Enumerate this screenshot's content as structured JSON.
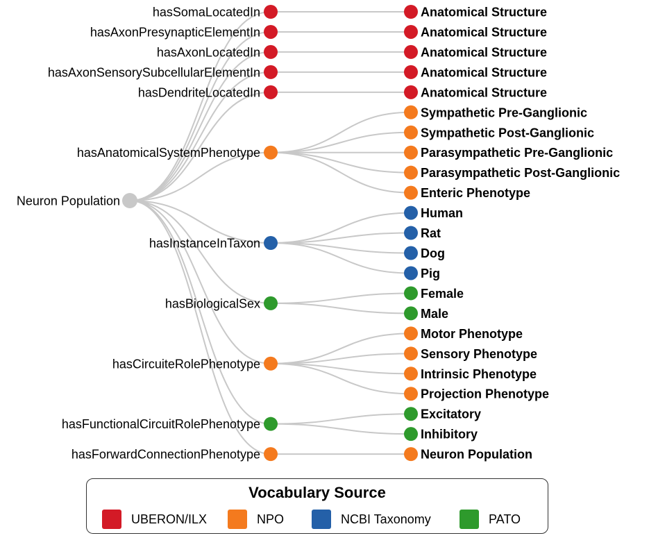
{
  "colors": {
    "UBERON": "#d31a26",
    "NPO": "#f47a1e",
    "NCBI": "#2460a8",
    "PATO": "#2e9a2c",
    "root": "#c8c8c8",
    "edge": "#c8c8c8"
  },
  "root": {
    "label": "Neuron Population"
  },
  "properties": [
    {
      "label": "hasSomaLocatedIn",
      "source": "UBERON",
      "values": [
        {
          "label": "Anatomical Structure",
          "source": "UBERON"
        }
      ]
    },
    {
      "label": "hasAxonPresynapticElementIn",
      "source": "UBERON",
      "values": [
        {
          "label": "Anatomical Structure",
          "source": "UBERON"
        }
      ]
    },
    {
      "label": "hasAxonLocatedIn",
      "source": "UBERON",
      "values": [
        {
          "label": "Anatomical Structure",
          "source": "UBERON"
        }
      ]
    },
    {
      "label": "hasAxonSensorySubcellularElementIn",
      "source": "UBERON",
      "values": [
        {
          "label": "Anatomical Structure",
          "source": "UBERON"
        }
      ]
    },
    {
      "label": "hasDendriteLocatedIn",
      "source": "UBERON",
      "values": [
        {
          "label": "Anatomical Structure",
          "source": "UBERON"
        }
      ]
    },
    {
      "label": "hasAnatomicalSystemPhenotype",
      "source": "NPO",
      "values": [
        {
          "label": "Sympathetic Pre-Ganglionic",
          "source": "NPO"
        },
        {
          "label": "Sympathetic Post-Ganglionic",
          "source": "NPO"
        },
        {
          "label": "Parasympathetic Pre-Ganglionic",
          "source": "NPO"
        },
        {
          "label": "Parasympathetic Post-Ganglionic",
          "source": "NPO"
        },
        {
          "label": "Enteric Phenotype",
          "source": "NPO"
        }
      ]
    },
    {
      "label": "hasInstanceInTaxon",
      "source": "NCBI",
      "values": [
        {
          "label": "Human",
          "source": "NCBI"
        },
        {
          "label": "Rat",
          "source": "NCBI"
        },
        {
          "label": "Dog",
          "source": "NCBI"
        },
        {
          "label": "Pig",
          "source": "NCBI"
        }
      ]
    },
    {
      "label": "hasBiologicalSex",
      "source": "PATO",
      "values": [
        {
          "label": "Female",
          "source": "PATO"
        },
        {
          "label": "Male",
          "source": "PATO"
        }
      ]
    },
    {
      "label": "hasCircuiteRolePhenotype",
      "source": "NPO",
      "values": [
        {
          "label": "Motor Phenotype",
          "source": "NPO"
        },
        {
          "label": "Sensory Phenotype",
          "source": "NPO"
        },
        {
          "label": "Intrinsic Phenotype",
          "source": "NPO"
        },
        {
          "label": "Projection Phenotype",
          "source": "NPO"
        }
      ]
    },
    {
      "label": "hasFunctionalCircuitRolePhenotype",
      "source": "PATO",
      "values": [
        {
          "label": "Excitatory",
          "source": "PATO"
        },
        {
          "label": "Inhibitory",
          "source": "PATO"
        }
      ]
    },
    {
      "label": "hasForwardConnectionPhenotype",
      "source": "NPO",
      "values": [
        {
          "label": "Neuron Population",
          "source": "NPO"
        }
      ]
    }
  ],
  "legend": {
    "title": "Vocabulary Source",
    "items": [
      {
        "key": "UBERON",
        "label": "UBERON/ILX"
      },
      {
        "key": "NPO",
        "label": "NPO"
      },
      {
        "key": "NCBI",
        "label": "NCBI Taxonomy"
      },
      {
        "key": "PATO",
        "label": "PATO"
      }
    ]
  }
}
